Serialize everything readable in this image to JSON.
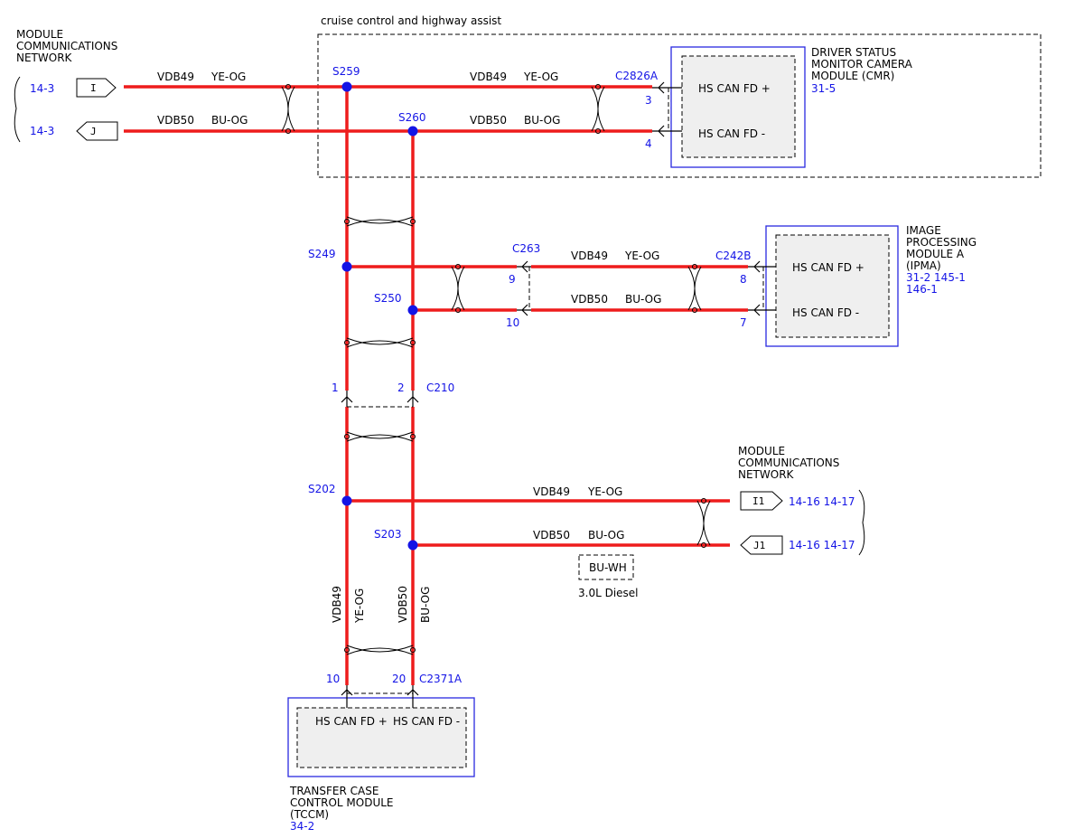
{
  "regions": {
    "cruise_label": "cruise control and highway assist"
  },
  "left_network": {
    "title_lines": [
      "MODULE",
      "COMMUNICATIONS",
      "NETWORK"
    ],
    "flag_i": "I",
    "flag_j": "J",
    "ref_i": "14-3",
    "ref_j": "14-3"
  },
  "right_network": {
    "title_lines": [
      "MODULE",
      "COMMUNICATIONS",
      "NETWORK"
    ],
    "flag_i1": "I1",
    "flag_j1": "J1",
    "refs_i1": "14-16  14-17",
    "refs_j1": "14-16  14-17"
  },
  "modules": {
    "cmr": {
      "title_lines": [
        "DRIVER STATUS",
        "MONITOR CAMERA",
        "MODULE (CMR)"
      ],
      "ref": "31-5",
      "pin_plus": "HS CAN FD +",
      "pin_minus": "HS CAN FD -",
      "connector": "C2826A",
      "pin_no_plus": "3",
      "pin_no_minus": "4"
    },
    "ipma": {
      "title_lines": [
        "IMAGE",
        "PROCESSING",
        "MODULE A",
        "(IPMA)"
      ],
      "ref_line1": "31-2   145-1",
      "ref_line2": "146-1",
      "pin_plus": "HS CAN FD +",
      "pin_minus": "HS CAN FD -",
      "connector": "C242B",
      "pin_no_plus": "8",
      "pin_no_minus": "7"
    },
    "tccm": {
      "title_lines": [
        "TRANSFER CASE",
        "CONTROL MODULE",
        "(TCCM)"
      ],
      "ref": "34-2",
      "pin_plus": "HS CAN FD +",
      "pin_minus": "HS CAN FD -",
      "connector": "C2371A",
      "pin_no_plus": "10",
      "pin_no_minus": "20"
    }
  },
  "connectors": {
    "c263": {
      "label": "C263",
      "pin_a": "9",
      "pin_b": "10"
    },
    "c210": {
      "label": "C210",
      "pin_a": "1",
      "pin_b": "2"
    }
  },
  "splices": {
    "s259": "S259",
    "s260": "S260",
    "s249": "S249",
    "s250": "S250",
    "s202": "S202",
    "s203": "S203"
  },
  "wires": {
    "circuit_plus": "VDB49",
    "circuit_minus": "VDB50",
    "color_plus": "YE-OG",
    "color_minus": "BU-OG"
  },
  "variant_note": {
    "color": "BU-WH",
    "caption": "3.0L Diesel"
  }
}
